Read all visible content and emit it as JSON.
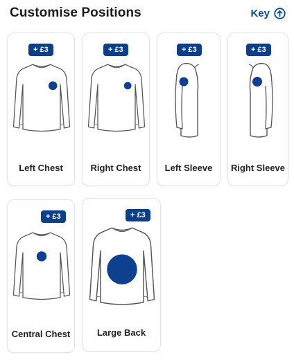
{
  "header": {
    "title": "Customise Positions",
    "key_label": "Key"
  },
  "colors": {
    "accent": "#0c4aa0",
    "badge": "#0c3f8a",
    "marker": "#0f3f8f"
  },
  "positions": [
    {
      "label": "Left Chest",
      "price": "+ £3"
    },
    {
      "label": "Right Chest",
      "price": "+ £3"
    },
    {
      "label": "Left Sleeve",
      "price": "+ £3"
    },
    {
      "label": "Right Sleeve",
      "price": "+ £3"
    },
    {
      "label": "Central Chest",
      "price": "+ £3"
    },
    {
      "label": "Large Back",
      "price": "+ £3"
    }
  ]
}
